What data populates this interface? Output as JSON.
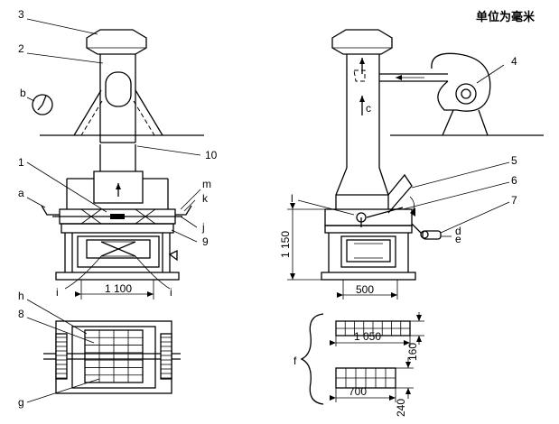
{
  "unit_note": "单位为毫米",
  "callouts": {
    "n1": "1",
    "n2": "2",
    "n3": "3",
    "n4": "4",
    "n5": "5",
    "n6": "6",
    "n7": "7",
    "n8": "8",
    "n9": "9",
    "n10": "10",
    "a": "a",
    "b": "b",
    "c": "c",
    "d": "d",
    "e": "e",
    "f": "f",
    "g": "g",
    "h": "h",
    "i_left": "i",
    "i_right": "i",
    "j": "j",
    "k": "k",
    "l": "l",
    "m": "m"
  },
  "dimensions": {
    "front_width": "1 100",
    "side_height": "1 150",
    "side_width": "500",
    "sample1_length": "1 050",
    "sample1_height": "160",
    "sample2_length": "700",
    "sample2_height": "240"
  }
}
